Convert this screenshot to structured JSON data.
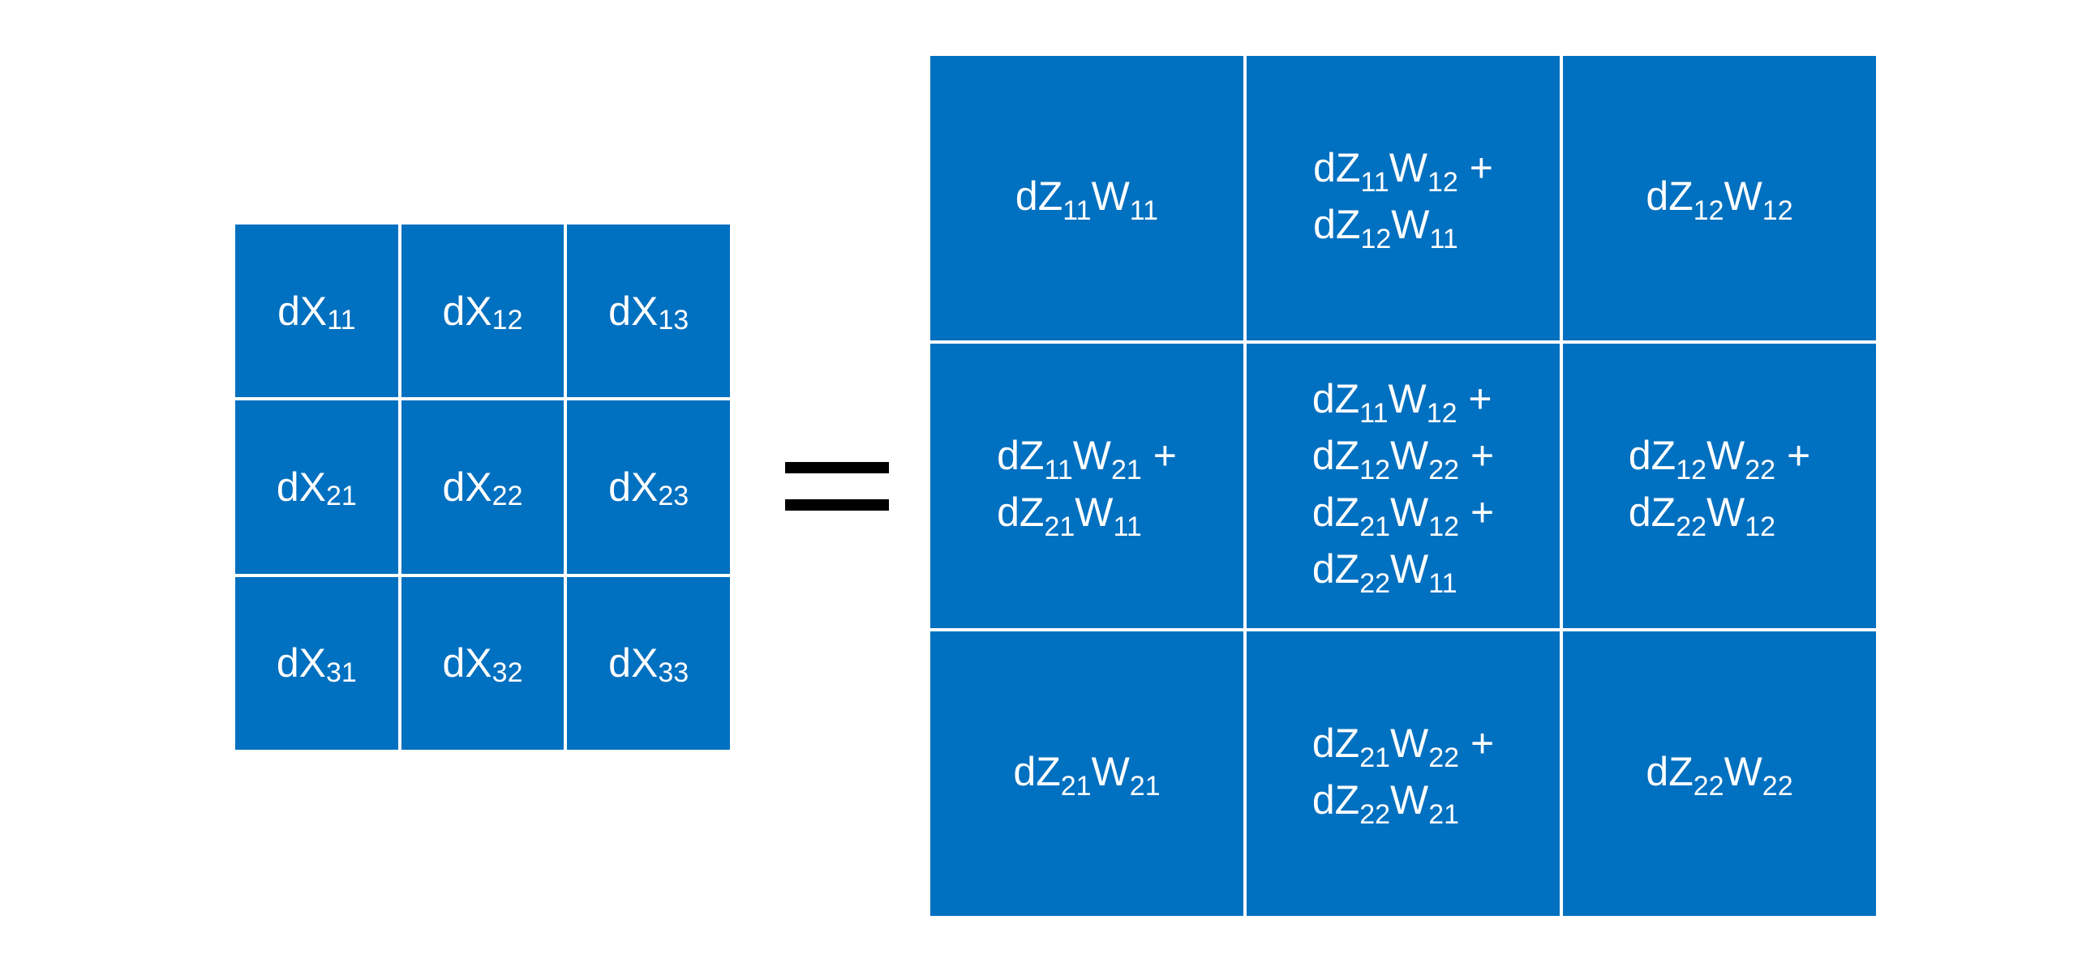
{
  "dx_matrix": [
    [
      {
        "base": "dX",
        "sub": "11"
      },
      {
        "base": "dX",
        "sub": "12"
      },
      {
        "base": "dX",
        "sub": "13"
      }
    ],
    [
      {
        "base": "dX",
        "sub": "21"
      },
      {
        "base": "dX",
        "sub": "22"
      },
      {
        "base": "dX",
        "sub": "23"
      }
    ],
    [
      {
        "base": "dX",
        "sub": "31"
      },
      {
        "base": "dX",
        "sub": "32"
      },
      {
        "base": "dX",
        "sub": "33"
      }
    ]
  ],
  "expression_matrix": [
    [
      [
        [
          "dZ",
          "11",
          "W",
          "11",
          ""
        ]
      ],
      [
        [
          "dZ",
          "11",
          "W",
          "12",
          " +"
        ],
        [
          "dZ",
          "12",
          "W",
          "11",
          ""
        ]
      ],
      [
        [
          "dZ",
          "12",
          "W",
          "12",
          ""
        ]
      ]
    ],
    [
      [
        [
          "dZ",
          "11",
          "W",
          "21",
          " +"
        ],
        [
          "dZ",
          "21",
          "W",
          "11",
          ""
        ]
      ],
      [
        [
          "dZ",
          "11",
          "W",
          "12",
          " +"
        ],
        [
          "dZ",
          "12",
          "W",
          "22",
          " +"
        ],
        [
          "dZ",
          "21",
          "W",
          "12",
          " +"
        ],
        [
          "dZ",
          "22",
          "W",
          "11",
          ""
        ]
      ],
      [
        [
          "dZ",
          "12",
          "W",
          "22",
          " +"
        ],
        [
          "dZ",
          "22",
          "W",
          "12",
          ""
        ]
      ]
    ],
    [
      [
        [
          "dZ",
          "21",
          "W",
          "21",
          ""
        ]
      ],
      [
        [
          "dZ",
          "21",
          "W",
          "22",
          " +"
        ],
        [
          "dZ",
          "22",
          "W",
          "21",
          ""
        ]
      ],
      [
        [
          "dZ",
          "22",
          "W",
          "22",
          ""
        ]
      ]
    ]
  ],
  "colors": {
    "cell_fill": "#0070c0",
    "cell_text": "#ffffff",
    "equals_sign": "#000000"
  }
}
